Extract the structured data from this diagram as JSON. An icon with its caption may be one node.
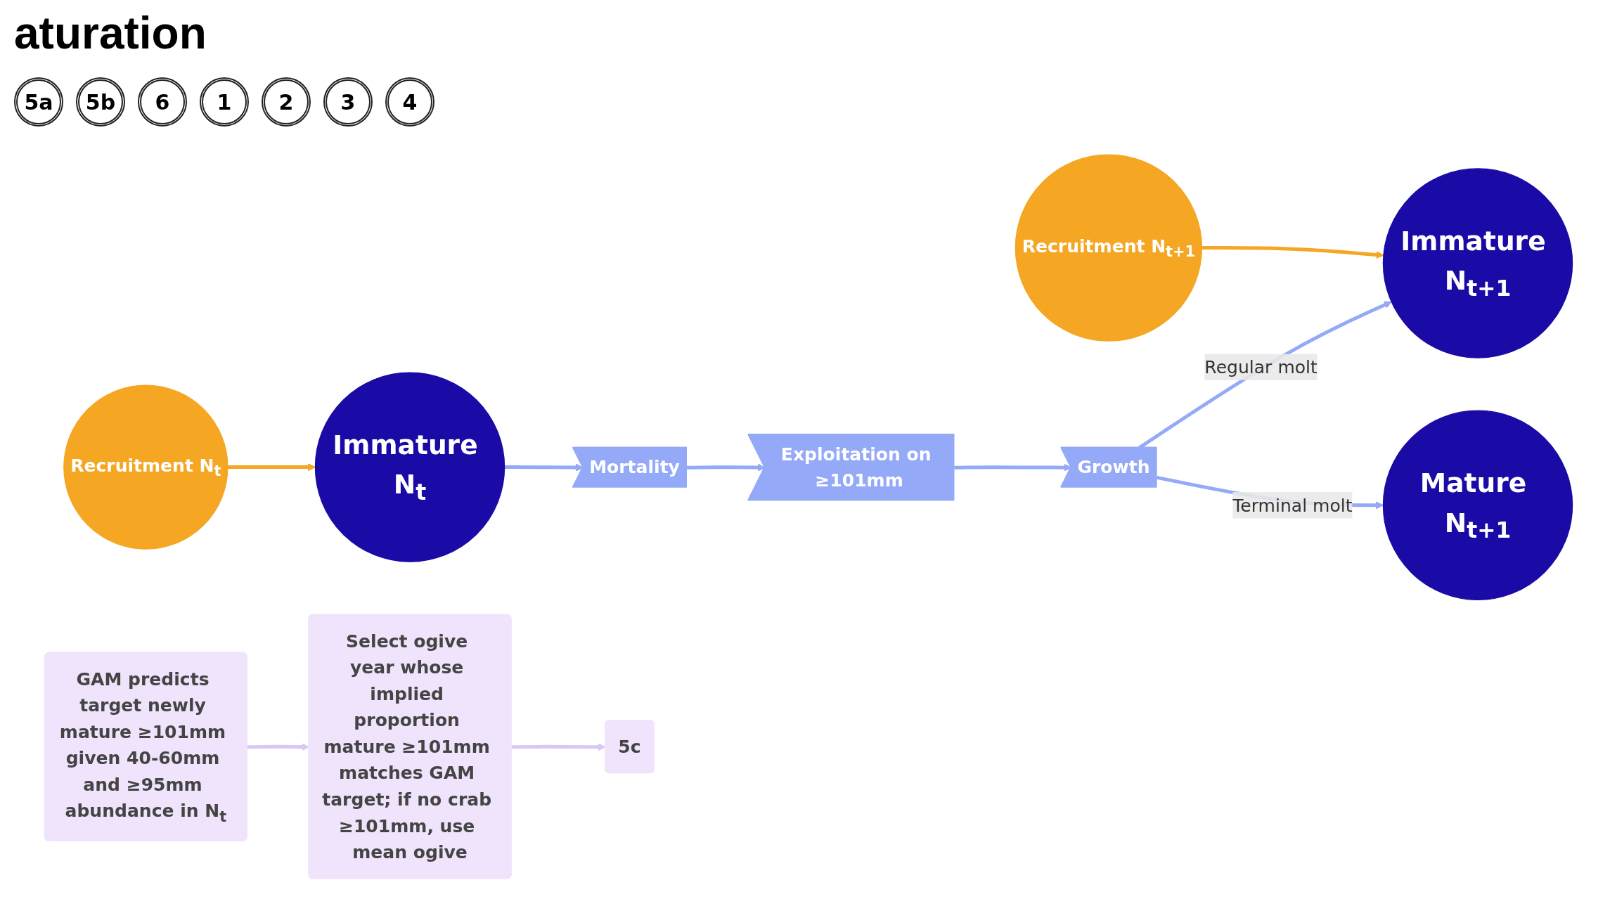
{
  "diagram": {
    "title": "aturation",
    "nodes": [
      {
        "text": [
          "Recruitment N$_{t}$"
        ]
      },
      {
        "text": [
          "Immature N$_{t}$"
        ]
      },
      {
        "text": [
          "Mortality"
        ]
      },
      {
        "text": [
          "Exploitation on ≥101mm"
        ]
      },
      {
        "text": [
          "Growth"
        ]
      },
      {
        "text": [
          "GAM predicts target newly mature ≥101mm given 40-60mm and ≥95mm abundance in N$_{t}$"
        ]
      },
      {
        "text": [
          "Select ogive year whose implied proportion mature ≥101mm matches GAM target; if no crab ≥101mm, use mean ogive"
        ]
      },
      {
        "text": [
          "5c"
        ]
      },
      {
        "text": [
          "Recruitment N$_{t+1}$"
        ]
      },
      {
        "text": [
          "Immature N$_{t+1}$"
        ]
      },
      {
        "text": [
          "Mature N$_{t+1}$"
        ]
      }
    ],
    "edges": [
      {
        "from": 0,
        "to": 1,
        "arrow": "to",
        "color": "#f5a623"
      },
      {
        "from": 1,
        "to": 2,
        "arrow": "to"
      },
      {
        "from": 2,
        "to": 3,
        "arrow": "to"
      },
      {
        "from": 3,
        "to": 4,
        "arrow": "to"
      },
      {
        "from": 4,
        "to": 9,
        "arrow": "to",
        "label": "Regular molt"
      },
      {
        "from": 4,
        "to": 10,
        "arrow": "to",
        "label": "Terminal molt"
      },
      {
        "from": 5,
        "to": 6,
        "arrow": "to",
        "color": "#d9c8f5"
      },
      {
        "from": 6,
        "to": 7,
        "arrow": "to",
        "color": "#d9c8f5"
      },
      {
        "from": 8,
        "to": 9,
        "arrow": "to",
        "color": "#f5a623"
      }
    ],
    "labels": [
      "5a",
      "5b",
      "6",
      "1",
      "2",
      "3",
      "4"
    ]
  }
}
